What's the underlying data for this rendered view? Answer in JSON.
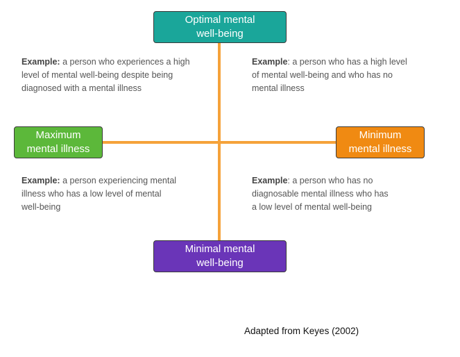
{
  "boxes": {
    "top": "Optimal mental\nwell-being",
    "bottom": "Minimal mental\nwell-being",
    "left": "Maximum\nmental illness",
    "right": "Minimum\nmental illness"
  },
  "examples": {
    "label_top_left": "Example:",
    "top_left": " a person who experiences a high\nlevel of mental well-being despite being\ndiagnosed with a mental illness",
    "label_top_right": "Example",
    "top_right": ": a person who has a high level\nof mental well-being and who has no\nmental illness",
    "label_bottom_left": "Example:",
    "bottom_left": " a person experiencing mental\nillness who has a low level of mental\nwell-being",
    "label_bottom_right": "Example",
    "bottom_right": ": a person who has no\ndiagnosable mental illness who has\na low level of mental well-being"
  },
  "source": "Adapted from Keyes (2002)",
  "colors": {
    "axis": "#f5a23a",
    "top_box": "#1aa69a",
    "bottom_box": "#6a35b8",
    "left_box": "#5cb83a",
    "right_box": "#f08a12"
  }
}
